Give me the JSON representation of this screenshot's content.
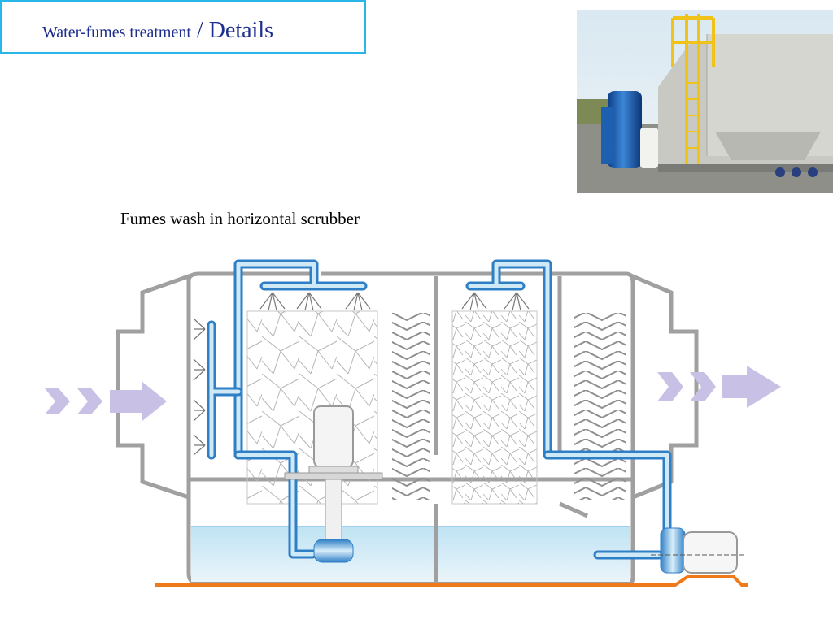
{
  "header": {
    "title_main": "Water-fumes treatment",
    "title_detail": " / Details"
  },
  "subtitle": "Fumes wash in horizontal scrubber",
  "colors": {
    "title_text": "#1f2f8f",
    "title_border": "#29b6e8",
    "water": "#bfe3f3",
    "pipe": "#6fb6e6",
    "pipe_dark": "#2f7fc7",
    "flow_arrow": "#c9c0e6",
    "outline": "#9a9a9a",
    "ground_pipe": "#f07a1a"
  }
}
